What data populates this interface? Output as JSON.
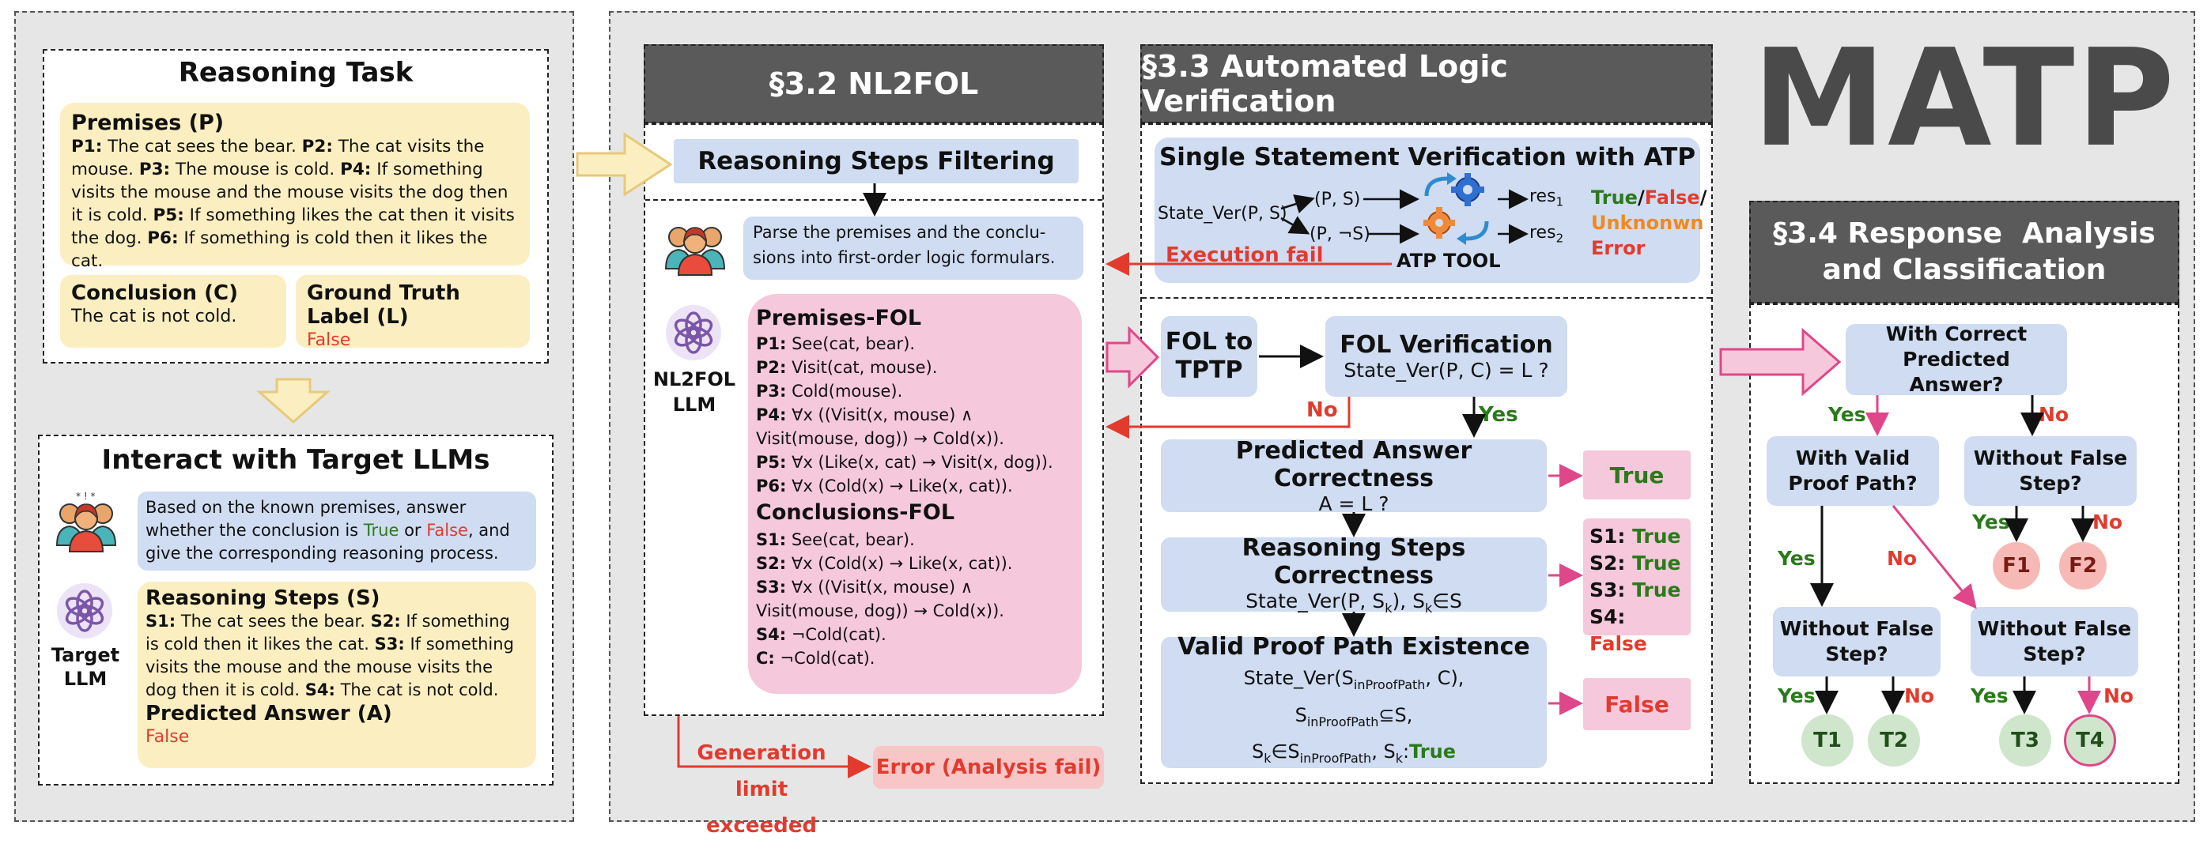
{
  "task": {
    "title": "Reasoning Task",
    "premises_title": "Premises (P)",
    "premises": [
      {
        "id": "P1:",
        "text": " The cat sees the bear. "
      },
      {
        "id": "P2:",
        "text": " The cat visits the mouse. "
      },
      {
        "id": "P3:",
        "text": " The mouse is cold. "
      },
      {
        "id": "P4:",
        "text": " If something visits the mouse and the mouse visits the dog then it is cold. "
      },
      {
        "id": "P5:",
        "text": " If something likes the cat then it visits the dog. "
      },
      {
        "id": "P6:",
        "text": " If something is cold then it likes the cat."
      }
    ],
    "conclusion_title": "Conclusion (C)",
    "conclusion": "The cat is not cold.",
    "label_title": "Ground Truth Label (L)",
    "label": "False"
  },
  "interact": {
    "title": "Interact with Target LLMs",
    "prompt_a": "Based on the known premises, answer whether the conclusion is ",
    "prompt_true": "True",
    "prompt_or": " or ",
    "prompt_false": "False",
    "prompt_b": ", and give the corresponding reasoning process.",
    "llm_label_1": "Target",
    "llm_label_2": "LLM",
    "steps_title": "Reasoning Steps (S)",
    "steps": [
      {
        "id": "S1:",
        "text": " The cat sees the bear. "
      },
      {
        "id": "S2:",
        "text": " If something is cold then it likes the cat. "
      },
      {
        "id": "S3:",
        "text": " If something visits the mouse and the mouse visits the dog then it is cold. "
      },
      {
        "id": "S4:",
        "text": " The cat is not cold."
      }
    ],
    "answer_title": "Predicted Answer (A)",
    "answer": "False"
  },
  "nl2fol": {
    "header": "§3.2 NL2FOL",
    "filter": "Reasoning Steps Filtering",
    "parse_text": "Parse the premises and the conclu-sions into first-order logic formulars.",
    "llm_label_1": "NL2FOL",
    "llm_label_2": "LLM",
    "premises_fol_title": "Premises-FOL",
    "premises_fol": [
      {
        "id": "P1:",
        "text": " See(cat, bear)."
      },
      {
        "id": "P2:",
        "text": " Visit(cat, mouse)."
      },
      {
        "id": "P3:",
        "text": " Cold(mouse)."
      },
      {
        "id": "P4:",
        "text": " ∀x ((Visit(x, mouse) ∧"
      },
      {
        "id": "",
        "text": "Visit(mouse, dog)) → Cold(x))."
      },
      {
        "id": "P5:",
        "text": " ∀x (Like(x, cat) → Visit(x, dog))."
      },
      {
        "id": "P6:",
        "text": " ∀x (Cold(x) → Like(x, cat))."
      }
    ],
    "conclusions_fol_title": "Conclusions-FOL",
    "conclusions_fol": [
      {
        "id": "S1:",
        "text": " See(cat, bear)."
      },
      {
        "id": "S2:",
        "text": " ∀x (Cold(x) → Like(x, cat))."
      },
      {
        "id": "S3:",
        "text": " ∀x ((Visit(x, mouse) ∧"
      },
      {
        "id": "",
        "text": "Visit(mouse, dog)) → Cold(x))."
      },
      {
        "id": "S4:",
        "text": " ¬Cold(cat)."
      },
      {
        "id": "C:",
        "text": " ¬Cold(cat)."
      }
    ],
    "gen_limit_1": "Generation",
    "gen_limit_2": "limit exceeded",
    "error_box": "Error (Analysis fail)"
  },
  "alv": {
    "header": "§3.3 Automated Logic Verification",
    "single_title": "Single Statement Verification with ATP",
    "state_ver": "State_Ver(P, S)",
    "ps": "(P, S)",
    "pns": "(P, ¬S)",
    "res1": "res",
    "res1_sub": "1",
    "res2": "res",
    "res2_sub": "2",
    "out_true": "True",
    "out_false": "False",
    "out_unknown": "Unknonwn",
    "out_error": "Error",
    "exec_fail": "Execution fail",
    "atp_tool": "ATP TOOL",
    "fol_to_tptp": "FOL to TPTP",
    "fol_verif_title": "FOL Verification",
    "fol_verif_expr": "State_Ver(P, C) = L ?",
    "no": "No",
    "yes": "Yes",
    "pac_title": "Predicted Answer Correctness",
    "pac_expr": "A = L ?",
    "pac_result": "True",
    "rsc_title": "Reasoning Steps Correctness",
    "rsc_expr_a": "State_Ver(P, S",
    "rsc_expr_sub": "k",
    "rsc_expr_b": "), S",
    "rsc_expr_c": "∈S",
    "rsc_results": [
      {
        "id": "S1:",
        "val": "True"
      },
      {
        "id": "S2:",
        "val": "True"
      },
      {
        "id": "S3:",
        "val": "True"
      },
      {
        "id": "S4:",
        "val": "False"
      }
    ],
    "vpp_title": "Valid Proof Path Existence",
    "vpp_l1a": "State_Ver(S",
    "vpp_l1sub": "inProofPath",
    "vpp_l1b": ", C),",
    "vpp_l2a": "S",
    "vpp_l2sub": "inProofPath",
    "vpp_l2b": "⊆S,",
    "vpp_l3a": "S",
    "vpp_l3sub1": "k",
    "vpp_l3b": "∈S",
    "vpp_l3sub2": "inProofPath",
    "vpp_l3c": ", S",
    "vpp_l3sub3": "k",
    "vpp_l3d": ":",
    "vpp_l3true": "True",
    "vpp_result": "False"
  },
  "matp": {
    "title": "MATP"
  },
  "rac": {
    "header_1": "§3.4 Response  Analysis",
    "header_2": "and Classification",
    "q_correct": "With Correct Predicted Answer?",
    "q_valid": "With Valid Proof Path?",
    "q_nofalse_a": "Without False Step?",
    "q_nofalse_b": "Without False Step?",
    "q_nofalse_c": "Without False Step?",
    "yes": "Yes",
    "no": "No",
    "f1": "F1",
    "f2": "F2",
    "t1": "T1",
    "t2": "T2",
    "t3": "T3",
    "t4": "T4"
  },
  "colors": {
    "panel": "#e6e6e6",
    "yellow": "#fbeec1",
    "blue": "#cfdcf1",
    "pink": "#f6c8dc",
    "red_text": "#e23b2e",
    "green_text": "#2a7a1a",
    "header": "#5a5a5a"
  },
  "icons": [
    "people-group-icon",
    "openai-logo-icon",
    "gear-icon",
    "cycle-arrows-icon"
  ]
}
